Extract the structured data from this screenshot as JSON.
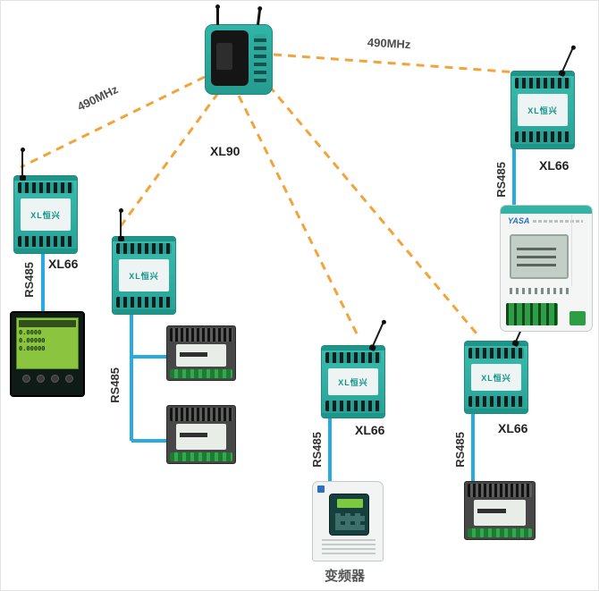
{
  "colors": {
    "rf_dashed": "#F2A43C",
    "rs485_blue": "#29ABE2",
    "module_teal": "#2FB3A6"
  },
  "labels": {
    "rf_top": "490MHz",
    "rf_left": "490MHz",
    "gateway": "XL90",
    "xl66": "XL66",
    "rs485": "RS485",
    "inverter_caption": "变频器"
  },
  "devices": {
    "module_brand": "XL恒兴",
    "flow_meter_brand": "YASA",
    "power_meter_lcd": [
      "0.0000",
      "0.00000",
      "0.00000"
    ]
  }
}
